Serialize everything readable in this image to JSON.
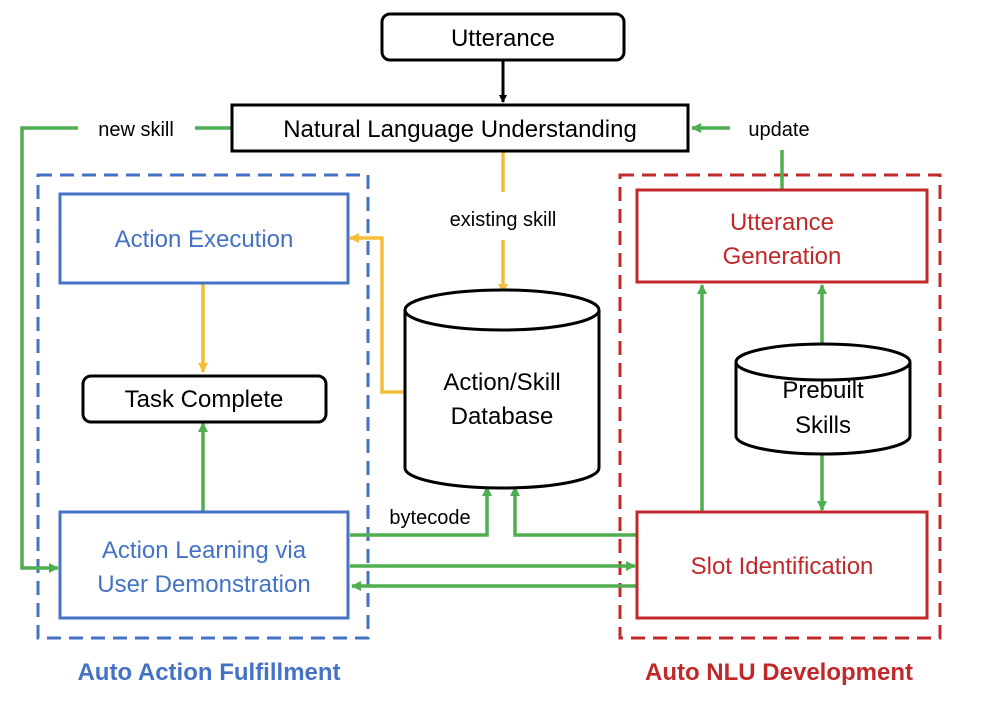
{
  "nodes": {
    "utterance": "Utterance",
    "nlu": "Natural Language Understanding",
    "action_execution": "Action Execution",
    "task_complete": "Task Complete",
    "action_learning_line1": "Action Learning via",
    "action_learning_line2": "User Demonstration",
    "database_line1": "Action/Skill",
    "database_line2": "Database",
    "utterance_generation_line1": "Utterance",
    "utterance_generation_line2": "Generation",
    "prebuilt_skills_line1": "Prebuilt",
    "prebuilt_skills_line2": "Skills",
    "slot_identification": "Slot Identification"
  },
  "edge_labels": {
    "new_skill": "new skill",
    "update": "update",
    "existing_skill": "existing skill",
    "bytecode": "bytecode"
  },
  "groups": {
    "auto_action": "Auto Action Fulfillment",
    "auto_nlu": "Auto NLU Development"
  },
  "colors": {
    "blue": "#4472C4",
    "red": "#C0282A",
    "green": "#4FAE4F",
    "orange": "#F5BE3A",
    "black": "#000000"
  }
}
